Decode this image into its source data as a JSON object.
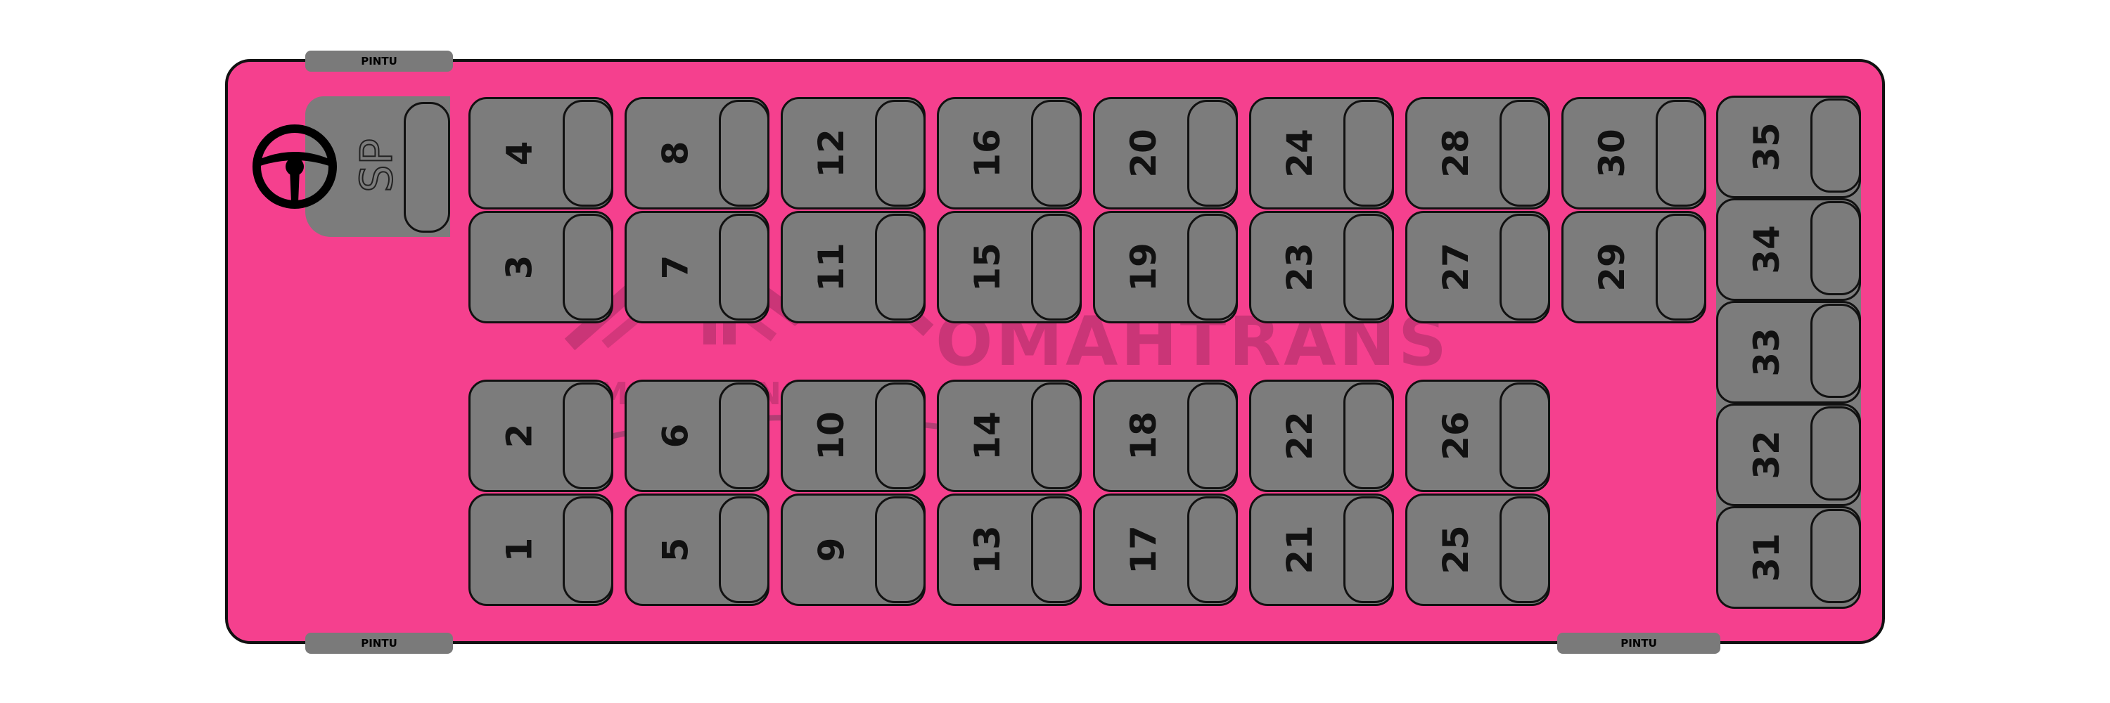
{
  "doors": {
    "front_top": "PINTU",
    "front_bottom": "PINTU",
    "rear_bottom": "PINTU"
  },
  "driver": {
    "label": "SP"
  },
  "watermark": {
    "brand": "OMAHTRANS",
    "brand_small": "OMAHTRANS"
  },
  "seats": [
    "1",
    "2",
    "3",
    "4",
    "5",
    "6",
    "7",
    "8",
    "9",
    "10",
    "11",
    "12",
    "13",
    "14",
    "15",
    "16",
    "17",
    "18",
    "19",
    "20",
    "21",
    "22",
    "23",
    "24",
    "25",
    "26",
    "27",
    "28",
    "29",
    "30",
    "31",
    "32",
    "33",
    "34",
    "35"
  ],
  "colors": {
    "bus_body": "#f5408e",
    "seat": "#7c7c7c",
    "outline": "#111111"
  }
}
